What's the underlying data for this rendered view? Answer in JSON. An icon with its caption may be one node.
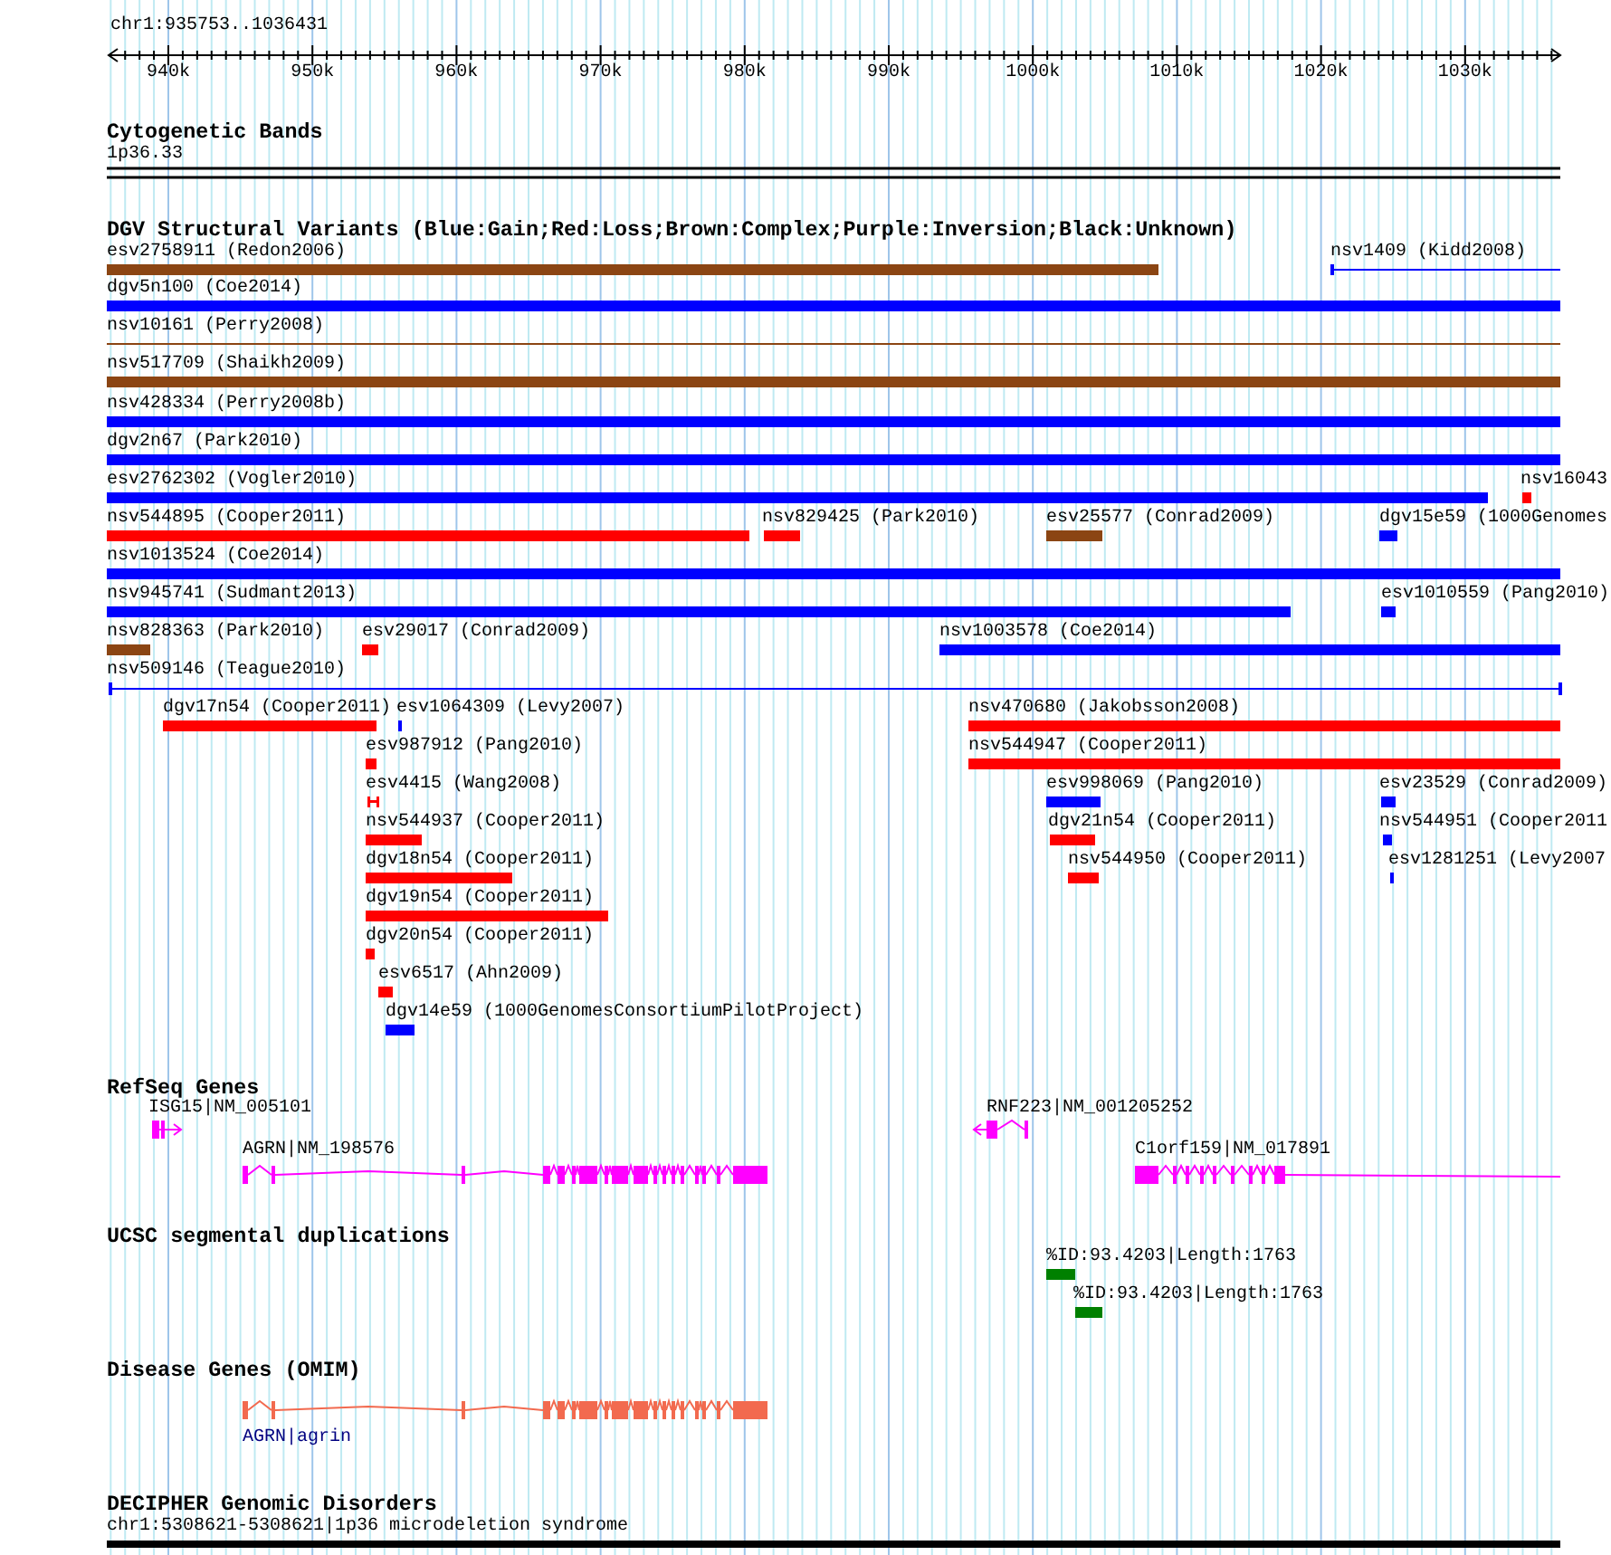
{
  "diagram": {
    "labels": [
      "chr1:935753..1036431",
      "940k",
      "950k",
      "960k",
      "970k",
      "980k",
      "990k",
      "1000k",
      "1010k",
      "1020k",
      "1030k",
      "Cytogenetic Bands",
      "1p36.33",
      "DGV Structural Variants (Blue:Gain;Red:Loss;Brown:Complex;Purple:Inversion;Black:Unknown)",
      "esv2758911 (Redon2006)",
      "nsv1409 (Kidd2008)",
      "dgv5n100 (Coe2014)",
      "nsv10161 (Perry2008)",
      "nsv517709 (Shaikh2009)",
      "nsv428334 (Perry2008b)",
      "dgv2n67 (Park2010)",
      "esv2762302 (Vogler2010)",
      "nsv16043",
      "nsv544895 (Cooper2011)",
      "nsv829425 (Park2010)",
      "esv25577 (Conrad2009)",
      "dgv15e59 (1000Genomes",
      "nsv1013524 (Coe2014)",
      "nsv945741 (Sudmant2013)",
      "esv1010559 (Pang2010)",
      "nsv828363 (Park2010)",
      "esv29017 (Conrad2009)",
      "nsv1003578 (Coe2014)",
      "nsv509146 (Teague2010)",
      "dgv17n54 (Cooper2011)",
      "esv1064309 (Levy2007)",
      "nsv470680 (Jakobsson2008)",
      "esv987912 (Pang2010)",
      "nsv544947 (Cooper2011)",
      "esv4415 (Wang2008)",
      "esv998069 (Pang2010)",
      "esv23529 (Conrad2009)",
      "nsv544937 (Cooper2011)",
      "dgv21n54 (Cooper2011)",
      "nsv544951 (Cooper2011",
      "dgv18n54 (Cooper2011)",
      "nsv544950 (Cooper2011)",
      "esv1281251 (Levy2007",
      "dgv19n54 (Cooper2011)",
      "dgv20n54 (Cooper2011)",
      "esv6517 (Ahn2009)",
      "dgv14e59 (1000GenomesConsortiumPilotProject)",
      "RefSeq Genes",
      "ISG15|NM_005101",
      "RNF223|NM_001205252",
      "AGRN|NM_198576",
      "C1orf159|NM_017891",
      "UCSC segmental duplications",
      "%ID:93.4203|Length:1763",
      "%ID:93.4203|Length:1763",
      "Disease Genes (OMIM)",
      "AGRN|agrin",
      "DECIPHER Genomic Disorders",
      "chr1:5308621-5308621|1p36 microdeletion syndrome"
    ]
  }
}
